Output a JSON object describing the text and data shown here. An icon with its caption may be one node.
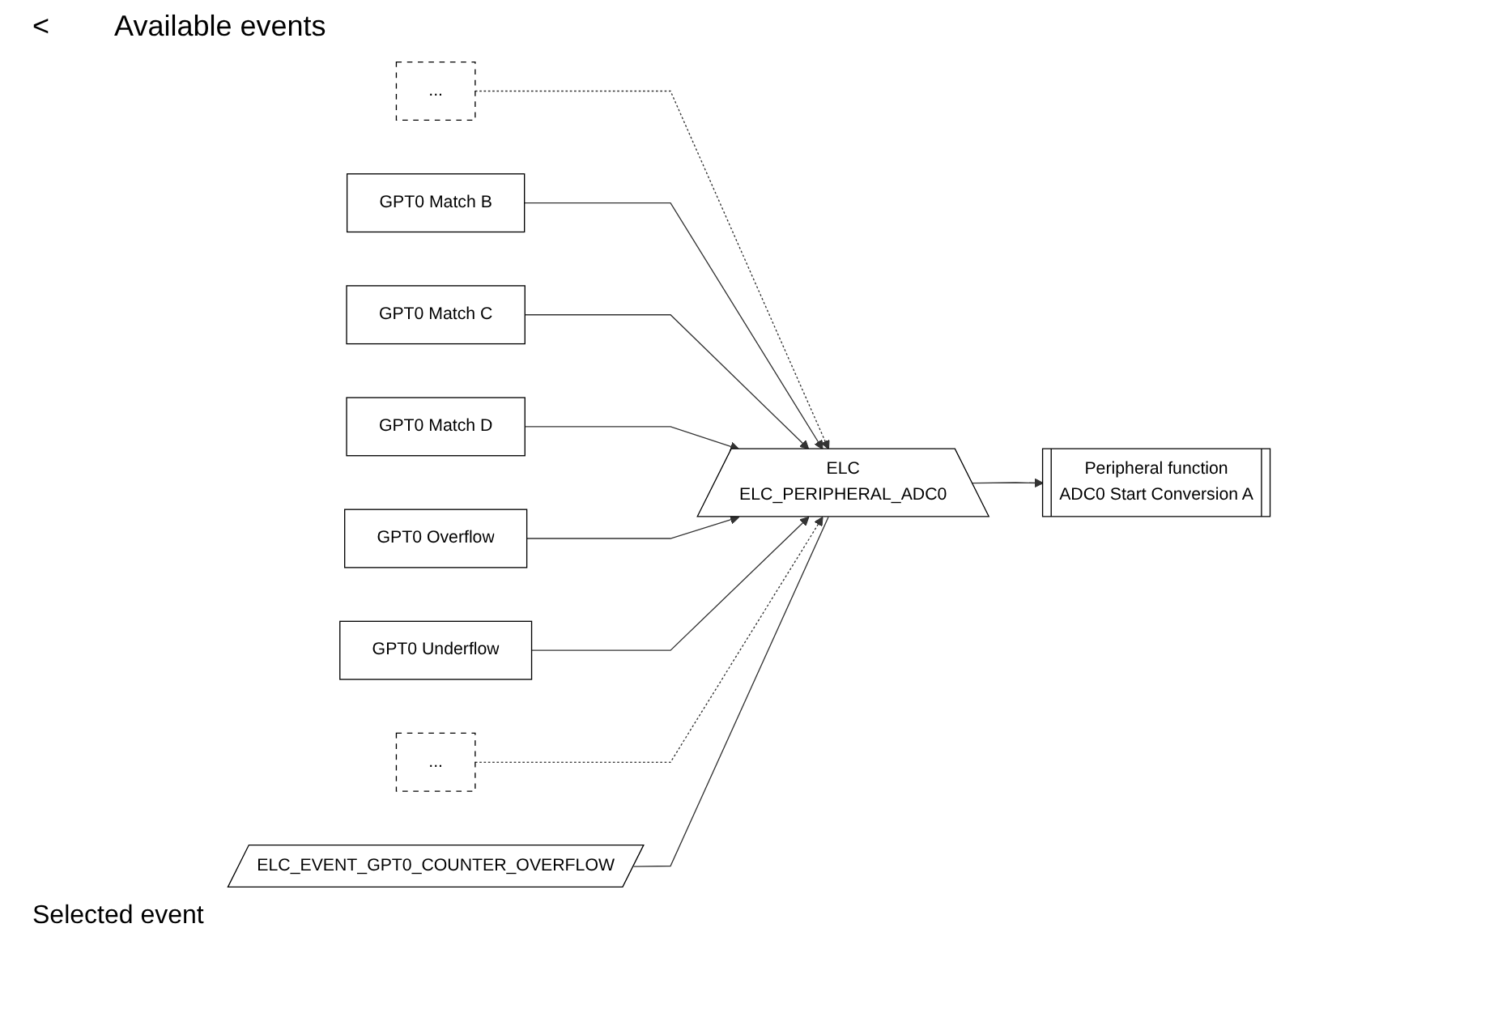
{
  "diagram": {
    "nodes": [
      {
        "text": [
          "..."
        ]
      },
      {
        "text": [
          "GPT0 Match B"
        ]
      },
      {
        "text": [
          "GPT0 Match C"
        ]
      },
      {
        "text": [
          "GPT0 Match D"
        ]
      },
      {
        "text": [
          "GPT0 Overflow"
        ]
      },
      {
        "text": [
          "GPT0 Underflow"
        ]
      },
      {
        "text": [
          "..."
        ]
      },
      {
        "text": [
          "ELC",
          "ELC_PERIPHERAL_ADC0"
        ]
      },
      {
        "text": [
          "Peripheral function",
          "ADC0 Start Conversion A"
        ]
      },
      {
        "text": [
          "ELC_EVENT_GPT0_COUNTER_OVERFLOW"
        ],
        "beside": [
          "Selected event"
        ]
      }
    ],
    "edges": [
      {
        "from": 0,
        "to": 7,
        "arrow": "to",
        "style": "dashed"
      },
      {
        "from": 1,
        "to": 7,
        "arrow": "to"
      },
      {
        "from": 2,
        "to": 7,
        "arrow": "to"
      },
      {
        "from": 3,
        "to": 7,
        "arrow": "to"
      },
      {
        "from": 4,
        "to": 7,
        "arrow": "to"
      },
      {
        "from": 5,
        "to": 7,
        "arrow": "to"
      },
      {
        "from": 6,
        "to": 7,
        "arrow": "to",
        "style": "dashed"
      },
      {
        "from": 7,
        "to": 8,
        "arrow": "to"
      },
      {
        "from": 9,
        "to": 7,
        "arrow": "none"
      }
    ],
    "labels": [
      "<",
      "Available events"
    ]
  }
}
